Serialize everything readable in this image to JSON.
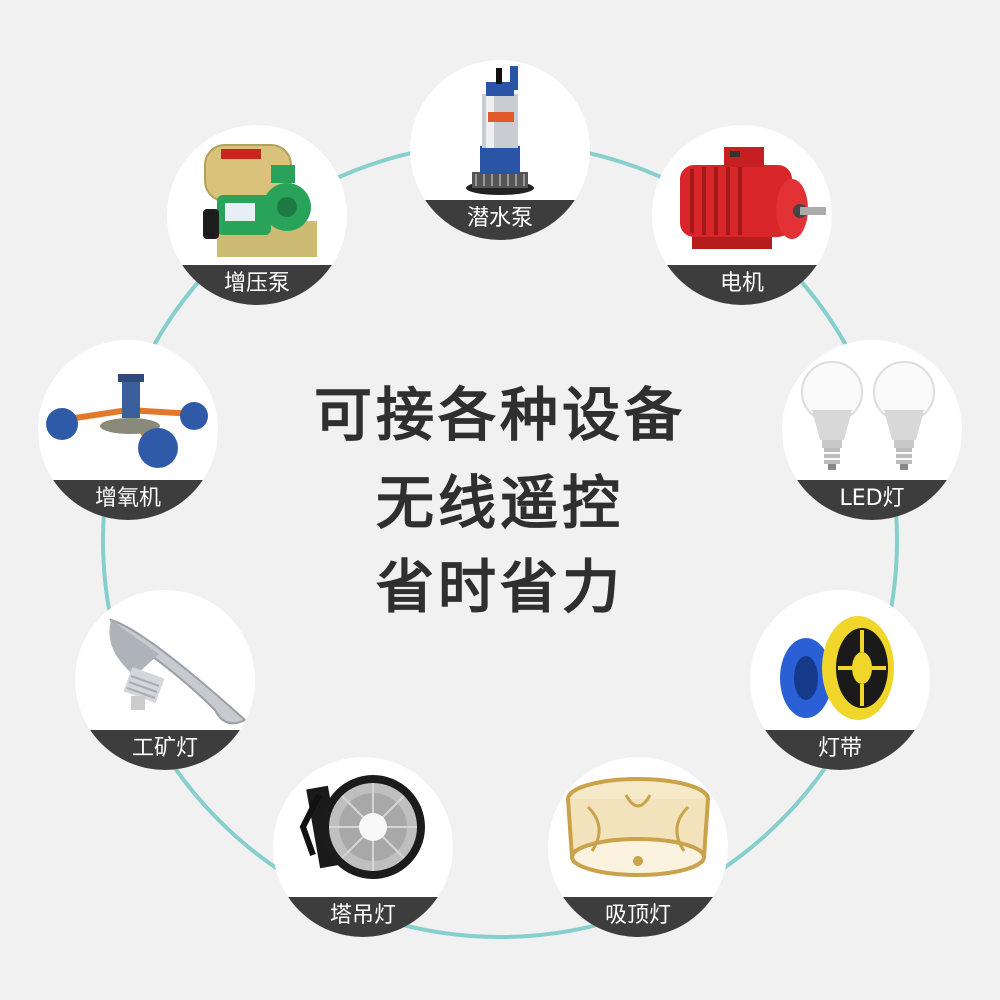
{
  "headline": {
    "line1": "可接各种设备",
    "line2": "无线遥控",
    "line3": "省时省力"
  },
  "colors": {
    "ring": "#86cfcd",
    "background": "#f1f1f1",
    "label_bg": "#3d3d3d"
  },
  "devices": {
    "submersible_pump": {
      "label": "潜水泵",
      "icon": "submersible-pump-icon"
    },
    "motor": {
      "label": "电机",
      "icon": "electric-motor-icon"
    },
    "led_bulb": {
      "label": "LED灯",
      "icon": "led-bulb-icon"
    },
    "light_strip": {
      "label": "灯带",
      "icon": "light-strip-icon"
    },
    "ceiling_light": {
      "label": "吸顶灯",
      "icon": "ceiling-light-icon"
    },
    "tower_light": {
      "label": "塔吊灯",
      "icon": "tower-crane-light-icon"
    },
    "mining_light": {
      "label": "工矿灯",
      "icon": "mining-light-icon"
    },
    "aerator": {
      "label": "增氧机",
      "icon": "aerator-icon"
    },
    "booster_pump": {
      "label": "增压泵",
      "icon": "booster-pump-icon"
    }
  }
}
